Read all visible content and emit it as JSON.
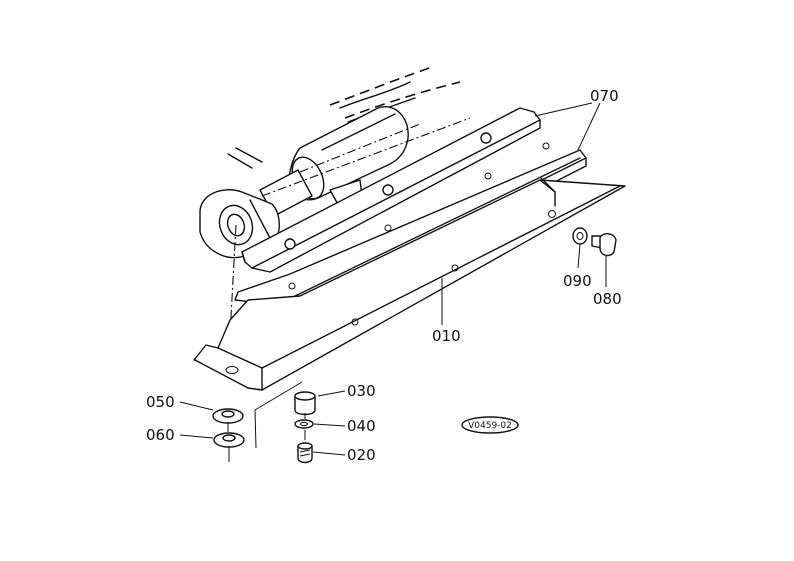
{
  "parts": [
    {
      "code": "070"
    },
    {
      "code": "090"
    },
    {
      "code": "080"
    },
    {
      "code": "010"
    },
    {
      "code": "030"
    },
    {
      "code": "050"
    },
    {
      "code": "040"
    },
    {
      "code": "060"
    },
    {
      "code": "020"
    }
  ],
  "reference_code": "V0459-02"
}
